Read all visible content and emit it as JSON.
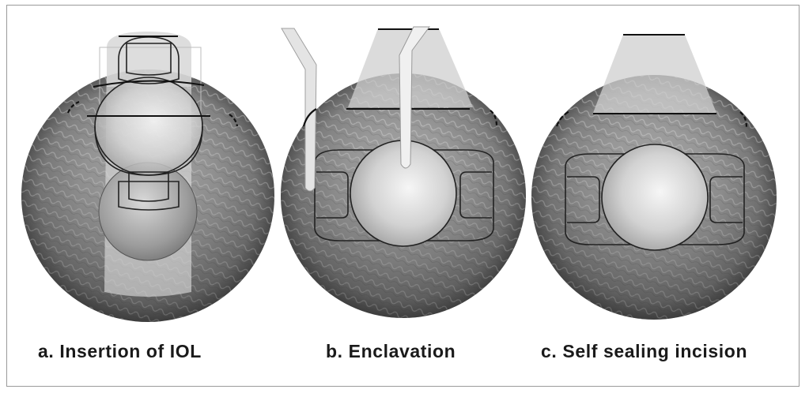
{
  "panels": [
    {
      "id": "a",
      "caption": "a. Insertion of IOL"
    },
    {
      "id": "b",
      "caption": "b. Enclavation"
    },
    {
      "id": "c",
      "caption": "c. Self sealing incision"
    }
  ],
  "colors": {
    "iris_outer": "#6e6e6e",
    "iris_inner": "#a9a9a9",
    "optic_center": "#f2f2f2",
    "optic_edge": "#9e9e9e",
    "outline": "#202020",
    "frame": "#9a9a9a"
  }
}
